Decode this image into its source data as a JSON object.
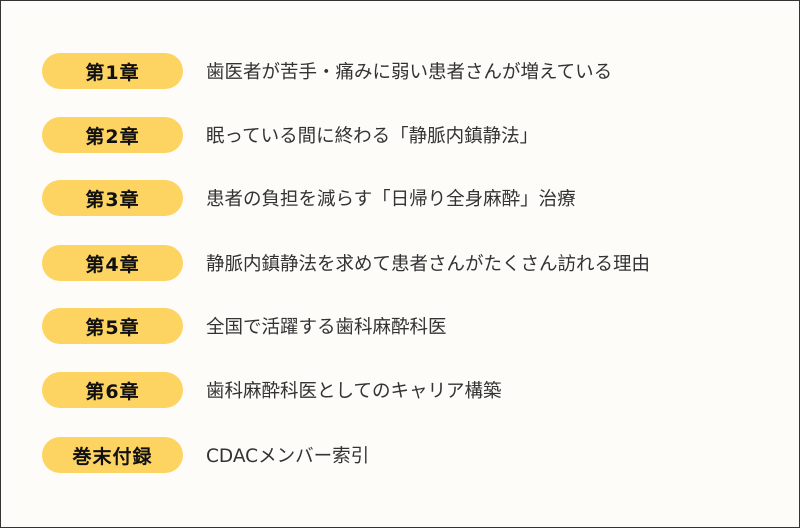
{
  "chapters": [
    {
      "label": "第1章",
      "title": "歯医者が苦手・痛みに弱い患者さんが増えている"
    },
    {
      "label": "第2章",
      "title": "眠っている間に終わる「静脈内鎮静法」"
    },
    {
      "label": "第3章",
      "title": "患者の負担を減らす「日帰り全身麻酔」治療"
    },
    {
      "label": "第4章",
      "title": "静脈内鎮静法を求めて患者さんがたくさん訪れる理由"
    },
    {
      "label": "第5章",
      "title": "全国で活躍する歯科麻酔科医"
    },
    {
      "label": "第6章",
      "title": "歯科麻酔科医としてのキャリア構築"
    },
    {
      "label": "巻末付録",
      "title": "CDACメンバー索引"
    }
  ],
  "colors": {
    "pill": "#fdd462",
    "text": "#333333"
  }
}
